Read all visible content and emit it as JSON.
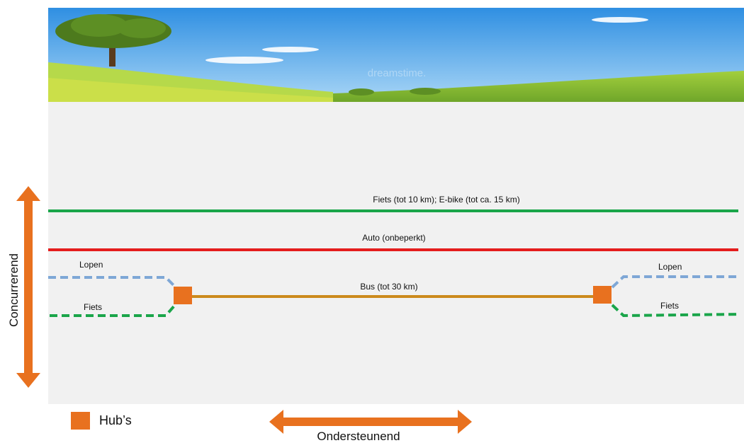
{
  "routes": {
    "fiets_ebike_label": "Fiets (tot 10 km); E-bike (tot ca. 15 km)",
    "auto_label": "Auto (onbeperkt)",
    "bus_label": "Bus (tot 30 km)"
  },
  "feeders": {
    "left_walk_label": "Lopen",
    "left_bike_label": "Fiets",
    "right_walk_label": "Lopen",
    "right_bike_label": "Fiets"
  },
  "axes": {
    "vertical_label": "Concurrerend",
    "horizontal_label": "Ondersteunend"
  },
  "legend": {
    "hub_label": "Hub’s"
  },
  "watermark": "dreamstime.",
  "colors": {
    "bike_green": "#1aa54a",
    "auto_red": "#e41d1d",
    "bus_orange": "#cc8a1c",
    "walk_blue": "#7ea7d6",
    "hub_orange": "#e8711f",
    "arrow_orange": "#e8711f",
    "panel_gray": "#f1f1f1",
    "sky_blue": "#3e9de8"
  }
}
